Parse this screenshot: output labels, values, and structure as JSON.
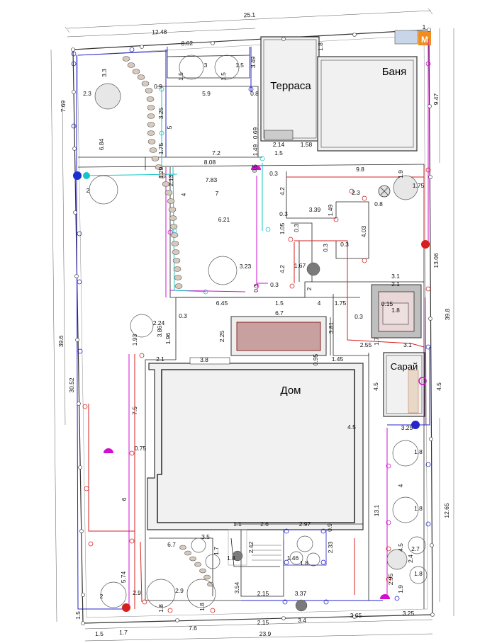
{
  "labels": {
    "terrace": "Терраса",
    "bath": "Баня",
    "house": "Дом",
    "shed": "Сарай",
    "meter": "М",
    "meter_num": "1"
  },
  "dimensions": [
    {
      "id": "top-total",
      "text": "25.1"
    },
    {
      "id": "top-left",
      "text": "12.48"
    },
    {
      "id": "top-8-62",
      "text": "8.62"
    },
    {
      "id": "w-3",
      "text": "3"
    },
    {
      "id": "w-1-5a",
      "text": "1.5"
    },
    {
      "id": "h-3-3",
      "text": "3.3"
    },
    {
      "id": "h-1-5b",
      "text": "1.5"
    },
    {
      "id": "h-1-5c",
      "text": "1.5"
    },
    {
      "id": "h-3-49",
      "text": "3.49"
    },
    {
      "id": "h-1-8",
      "text": "1.8"
    },
    {
      "id": "w-2-3a",
      "text": "2.3"
    },
    {
      "id": "w-0-9",
      "text": "0.9"
    },
    {
      "id": "w-5-9",
      "text": "5.9"
    },
    {
      "id": "w-0-8a",
      "text": "0.8"
    },
    {
      "id": "h-3-25",
      "text": "3.25"
    },
    {
      "id": "h-5",
      "text": "5"
    },
    {
      "id": "h-9-47",
      "text": "9.47"
    },
    {
      "id": "h-7-69",
      "text": "7.69"
    },
    {
      "id": "h-6-84",
      "text": "6.84"
    },
    {
      "id": "h-1-75a",
      "text": "1.75"
    },
    {
      "id": "h-0-69",
      "text": "0.69"
    },
    {
      "id": "w-2-14",
      "text": "2.14"
    },
    {
      "id": "w-1-58",
      "text": "1.58"
    },
    {
      "id": "h-1-49a",
      "text": "1.49"
    },
    {
      "id": "w-7-2",
      "text": "7.2"
    },
    {
      "id": "w-1-5d",
      "text": "1.5"
    },
    {
      "id": "w-8-08",
      "text": "8.08"
    },
    {
      "id": "h-0-5",
      "text": "0.5"
    },
    {
      "id": "w-9-8",
      "text": "9.8"
    },
    {
      "id": "h-1-9a",
      "text": "1.9"
    },
    {
      "id": "w-1-75b",
      "text": "1.75"
    },
    {
      "id": "h-1-29",
      "text": "1.29"
    },
    {
      "id": "w-0-3a",
      "text": "0.3"
    },
    {
      "id": "w-2",
      "text": "2"
    },
    {
      "id": "h-2-13",
      "text": "2.13"
    },
    {
      "id": "w-7-83",
      "text": "7.83"
    },
    {
      "id": "w-7",
      "text": "7"
    },
    {
      "id": "h-4a",
      "text": "4"
    },
    {
      "id": "h-4-2a",
      "text": "4.2"
    },
    {
      "id": "w-2-3b",
      "text": "2.3"
    },
    {
      "id": "w-0-8b",
      "text": "0.8"
    },
    {
      "id": "w-3-39",
      "text": "3.39"
    },
    {
      "id": "h-1-49b",
      "text": "1.49"
    },
    {
      "id": "w-0-3b",
      "text": "0.3"
    },
    {
      "id": "w-6-21",
      "text": "6.21"
    },
    {
      "id": "h-1-05",
      "text": "1.05"
    },
    {
      "id": "h-0-3c",
      "text": "0.3"
    },
    {
      "id": "h-4-03",
      "text": "4.03"
    },
    {
      "id": "h-0-3d",
      "text": "0.3"
    },
    {
      "id": "w-0-3e",
      "text": "0.3"
    },
    {
      "id": "h-13-06",
      "text": "13.06"
    },
    {
      "id": "w-3-23",
      "text": "3.23"
    },
    {
      "id": "h-4-2b",
      "text": "4.2"
    },
    {
      "id": "w-1-67",
      "text": "1.67"
    },
    {
      "id": "w-3-1a",
      "text": "3.1"
    },
    {
      "id": "w-2-1a",
      "text": "2.1"
    },
    {
      "id": "h-2",
      "text": "2"
    },
    {
      "id": "h-0-3f",
      "text": "0.3"
    },
    {
      "id": "w-0-3g",
      "text": "0.3"
    },
    {
      "id": "w-0-15",
      "text": "0.15"
    },
    {
      "id": "w-1-8a",
      "text": "1.8"
    },
    {
      "id": "w-6-45",
      "text": "6.45"
    },
    {
      "id": "w-1-5e",
      "text": "1.5"
    },
    {
      "id": "w-4",
      "text": "4"
    },
    {
      "id": "w-1-75c",
      "text": "1.75"
    },
    {
      "id": "w-0-3h",
      "text": "0.3"
    },
    {
      "id": "w-0-3i",
      "text": "0.3"
    },
    {
      "id": "w-6-7a",
      "text": "6.7"
    },
    {
      "id": "w-2-24",
      "text": "2.24"
    },
    {
      "id": "h-3-86",
      "text": "3.86"
    },
    {
      "id": "h-2-25",
      "text": "2.25"
    },
    {
      "id": "h-3-81",
      "text": "3.81"
    },
    {
      "id": "h-1-96",
      "text": "1.96"
    },
    {
      "id": "h-1-93",
      "text": "1.93"
    },
    {
      "id": "w-2-55",
      "text": "2.55"
    },
    {
      "id": "w-3-1b",
      "text": "3.1"
    },
    {
      "id": "h-1-7a",
      "text": "1.7"
    },
    {
      "id": "h-39-8",
      "text": "39.8"
    },
    {
      "id": "w-2-1b",
      "text": "2.1"
    },
    {
      "id": "w-3-8",
      "text": "3.8"
    },
    {
      "id": "h-0-95",
      "text": "0.95"
    },
    {
      "id": "w-1-45",
      "text": "1.45"
    },
    {
      "id": "h-39-6",
      "text": "39.6"
    },
    {
      "id": "h-30-52",
      "text": "30.52"
    },
    {
      "id": "h-4-5a",
      "text": "4.5"
    },
    {
      "id": "h-4-5r",
      "text": "4.5"
    },
    {
      "id": "h-7-5",
      "text": "7.5"
    },
    {
      "id": "w-4-5b",
      "text": "4.5"
    },
    {
      "id": "w-3-25a",
      "text": "3.25"
    },
    {
      "id": "w-0-75",
      "text": "0.75"
    },
    {
      "id": "w-1-8b",
      "text": "1.8"
    },
    {
      "id": "h-4b",
      "text": "4"
    },
    {
      "id": "h-13-1",
      "text": "13.1"
    },
    {
      "id": "w-1-8c",
      "text": "1.8"
    },
    {
      "id": "h-12-65",
      "text": "12.65"
    },
    {
      "id": "h-6",
      "text": "6"
    },
    {
      "id": "w-1-1",
      "text": "1.1"
    },
    {
      "id": "w-2-6",
      "text": "2.6"
    },
    {
      "id": "w-2-97",
      "text": "2.97"
    },
    {
      "id": "h-0-9",
      "text": "0.9"
    },
    {
      "id": "w-3-5",
      "text": "3.5"
    },
    {
      "id": "w-6-7b",
      "text": "6.7"
    },
    {
      "id": "h-1-7b",
      "text": "1.7"
    },
    {
      "id": "h-2-42",
      "text": "2.42"
    },
    {
      "id": "h-2-33",
      "text": "2.33"
    },
    {
      "id": "w-1-8d",
      "text": "1.8"
    },
    {
      "id": "w-1-46",
      "text": "1.46"
    },
    {
      "id": "w-1-8e",
      "text": "1.8"
    },
    {
      "id": "h-4-5c",
      "text": "4.5"
    },
    {
      "id": "w-2-7",
      "text": "2.7"
    },
    {
      "id": "h-2-4",
      "text": "2.4"
    },
    {
      "id": "w-1-8f",
      "text": "1.8"
    },
    {
      "id": "h-5-74",
      "text": "5.74"
    },
    {
      "id": "h-2-95",
      "text": "2.95"
    },
    {
      "id": "w-2-9a",
      "text": "2.9"
    },
    {
      "id": "w-2-9b",
      "text": "2.9"
    },
    {
      "id": "h-3-54",
      "text": "3.54"
    },
    {
      "id": "w-2-15a",
      "text": "2.15"
    },
    {
      "id": "w-3-37",
      "text": "3.37"
    },
    {
      "id": "h-1-9b",
      "text": "1.9"
    },
    {
      "id": "w-2a",
      "text": "2"
    },
    {
      "id": "w-1-5f",
      "text": "1.5"
    },
    {
      "id": "w-1-8g",
      "text": "1.8"
    },
    {
      "id": "w-1-8h",
      "text": "1.8"
    },
    {
      "id": "w-2-15b",
      "text": "2.15"
    },
    {
      "id": "w-3-4",
      "text": "3.4"
    },
    {
      "id": "w-3-65",
      "text": "3.65"
    },
    {
      "id": "w-3-25b",
      "text": "3.25"
    },
    {
      "id": "w-1-5g",
      "text": "1.5"
    },
    {
      "id": "w-1-7",
      "text": "1.7"
    },
    {
      "id": "w-7-6",
      "text": "7.6"
    },
    {
      "id": "w-23-9",
      "text": "23.9"
    }
  ],
  "colors": {
    "fence": "#333333",
    "water": "#2626c9",
    "power": "#d62020",
    "irrigation": "#d10fd1",
    "drain": "#15c6c6",
    "building": "#f1f1f1",
    "meter_box": "#f28c1c",
    "meter_panel": "#c9d5e8"
  },
  "icons": [
    "tree-icon",
    "shrub-icon",
    "lamp-icon",
    "valve-icon",
    "socket-icon"
  ]
}
